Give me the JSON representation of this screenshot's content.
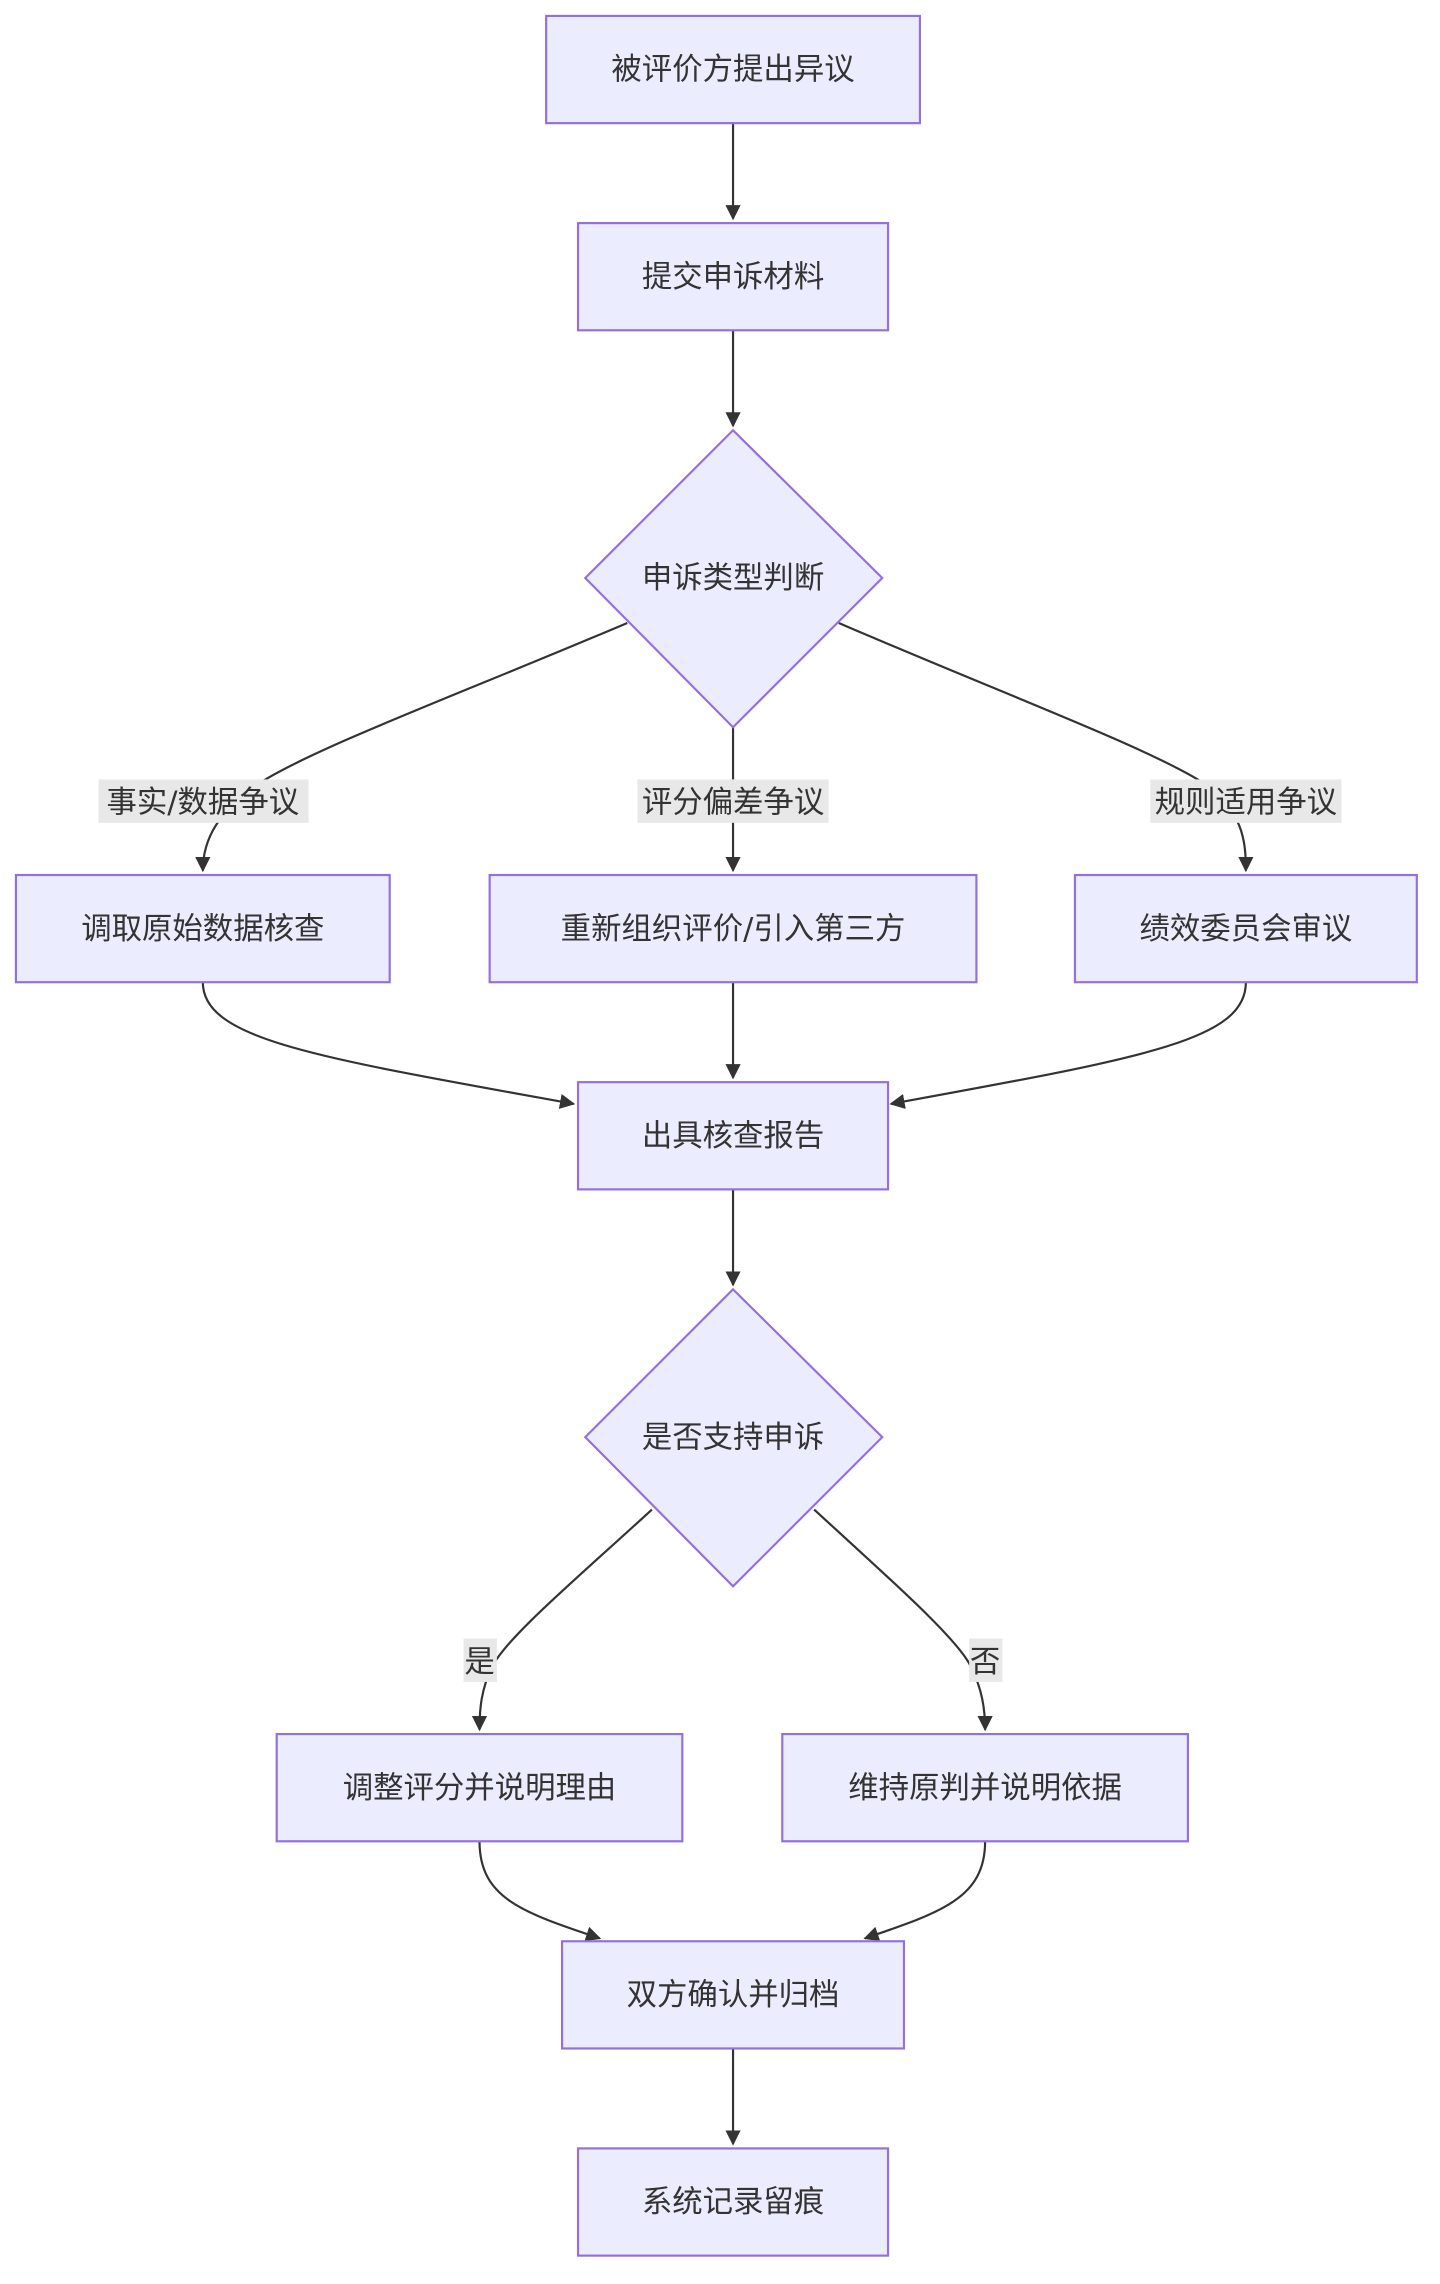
{
  "colors": {
    "node_fill": "#ECECFF",
    "node_stroke": "#9370DB",
    "edge": "#333333",
    "label_bg": "#E8E8E8",
    "text": "#333333"
  },
  "nodes": {
    "raise": "被评价方提出异议",
    "submit": "提交申诉材料",
    "type_decision": "申诉类型判断",
    "retrieve": "调取原始数据核查",
    "reorganize": "重新组织评价/引入第三方",
    "committee": "绩效委员会审议",
    "report": "出具核查报告",
    "support_decision": "是否支持申诉",
    "adjust": "调整评分并说明理由",
    "maintain": "维持原判并说明依据",
    "archive": "双方确认并归档",
    "record": "系统记录留痕"
  },
  "edge_labels": {
    "fact": "事实/数据争议",
    "bias": "评分偏差争议",
    "rule": "规则适用争议",
    "yes": "是",
    "no": "否"
  }
}
